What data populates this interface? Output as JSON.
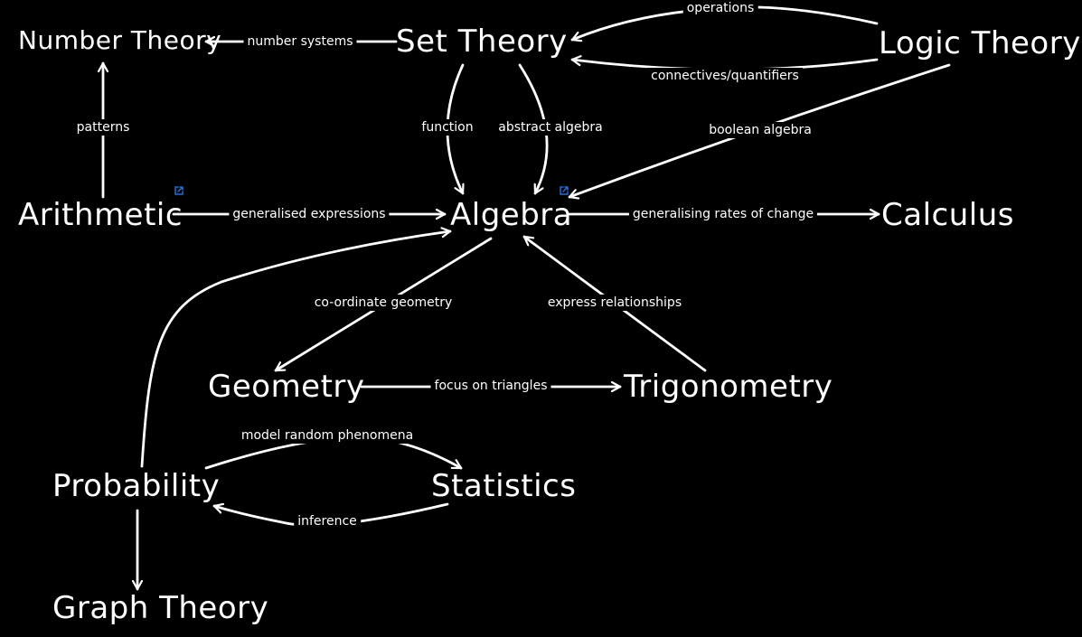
{
  "nodes": {
    "number_theory": "Number Theory",
    "set_theory": "Set Theory",
    "logic_theory": "Logic Theory",
    "arithmetic": "Arithmetic",
    "algebra": "Algebra",
    "calculus": "Calculus",
    "geometry": "Geometry",
    "trigonometry": "Trigonometry",
    "probability": "Probability",
    "statistics": "Statistics",
    "graph_theory": "Graph Theory"
  },
  "edges": {
    "operations": "operations",
    "connectives_quantifiers": "connectives/quantifiers",
    "number_systems": "number systems",
    "patterns": "patterns",
    "function": "function",
    "abstract_algebra": "abstract algebra",
    "boolean_algebra": "boolean algebra",
    "generalised_expressions": "generalised expressions",
    "generalising_rates": "generalising rates of change",
    "coordinate_geometry": "co-ordinate geometry",
    "express_relationships": "express relationships",
    "focus_on_triangles": "focus on triangles",
    "model_random": "model random phenomena",
    "inference": "inference"
  },
  "colors": {
    "background": "#000000",
    "stroke": "#ffffff",
    "link_icon": "#1e6fd9"
  },
  "icons": [
    "external-link-icon"
  ]
}
